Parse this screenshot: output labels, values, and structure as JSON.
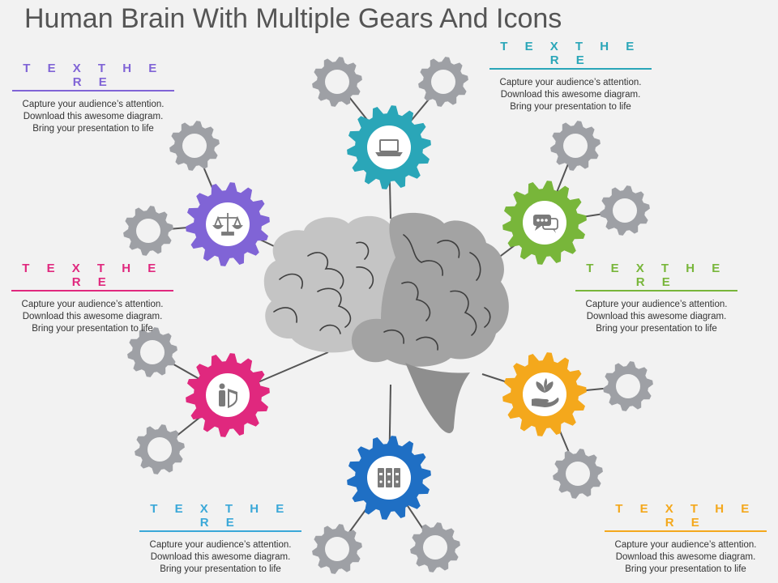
{
  "title": "Human Brain With Multiple Gears And Icons",
  "blocks": [
    {
      "id": "top-left",
      "heading": "T E X T H E R E",
      "color": "#8064d6",
      "body": "Capture your audience’s attention. Download this awesome diagram. Bring your presentation to life"
    },
    {
      "id": "top-right",
      "heading": "T E X T H E R E",
      "color": "#2aa6b8",
      "body": "Capture your audience’s attention. Download this awesome diagram. Bring your presentation to life"
    },
    {
      "id": "middle-left",
      "heading": "T E X T H E R E",
      "color": "#e0287e",
      "body": "Capture your audience’s attention. Download this awesome diagram. Bring your presentation to life"
    },
    {
      "id": "middle-right",
      "heading": "T E X T H E R E",
      "color": "#78b63a",
      "body": "Capture your audience’s attention. Download this awesome diagram. Bring your presentation to life"
    },
    {
      "id": "bottom-left",
      "heading": "T E X T H E R E",
      "color": "#3aa8d8",
      "body": "Capture your audience’s attention. Download this awesome diagram. Bring your presentation to life"
    },
    {
      "id": "bottom-right",
      "heading": "T E X T H E R E",
      "color": "#f4a81c",
      "body": "Capture your audience’s attention. Download this awesome diagram. Bring your presentation to life"
    }
  ],
  "gears": [
    {
      "name": "gear-teal",
      "color": "#2aa6b8",
      "icon": "laptop-icon"
    },
    {
      "name": "gear-purple",
      "color": "#8064d6",
      "icon": "scales-icon"
    },
    {
      "name": "gear-green",
      "color": "#78b63a",
      "icon": "chat-icon"
    },
    {
      "name": "gear-pink",
      "color": "#e0287e",
      "icon": "person-shield-icon"
    },
    {
      "name": "gear-orange",
      "color": "#f4a81c",
      "icon": "plant-hand-icon"
    },
    {
      "name": "gear-blue",
      "color": "#1f6fc4",
      "icon": "binders-icon"
    }
  ],
  "colors": {
    "small_gear": "#9ea0a5",
    "brain_light": "#c4c4c4",
    "brain_dark": "#9a9a9a",
    "connector": "#555555"
  }
}
